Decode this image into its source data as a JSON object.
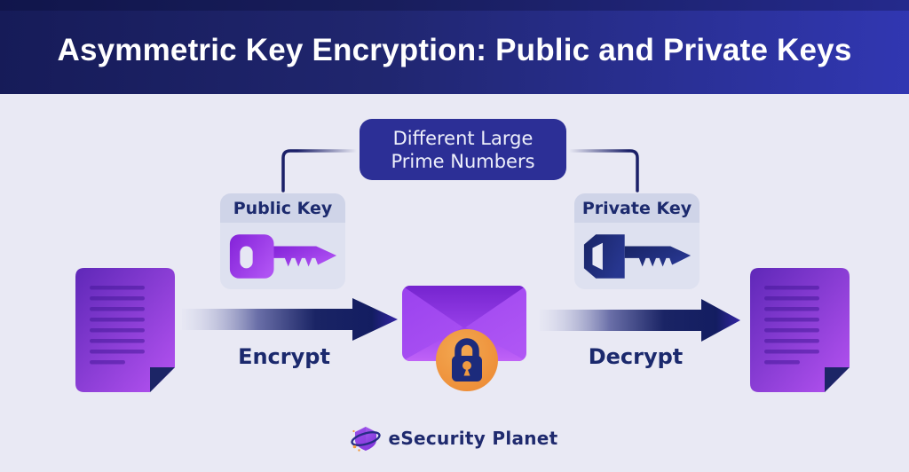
{
  "header": {
    "title": "Asymmetric Key Encryption: Public and Private Keys"
  },
  "diagram": {
    "prime_box": {
      "lines": [
        "Different Large",
        "Prime Numbers"
      ]
    },
    "public_key_card": {
      "label": "Public Key"
    },
    "private_key_card": {
      "label": "Private Key"
    },
    "flow": {
      "encrypt_label": "Encrypt",
      "decrypt_label": "Decrypt"
    },
    "icons": {
      "left_document": "document-icon",
      "right_document": "document-icon",
      "public_key": "key-icon",
      "private_key": "key-icon",
      "message": "envelope-icon",
      "lock": "padlock-icon",
      "brand_mark": "shield-orbit-icon"
    }
  },
  "footer": {
    "brand": "eSecurity Planet"
  },
  "colors": {
    "header_gradient_start": "#161b58",
    "header_gradient_end": "#3137b2",
    "background": "#e9e9f4",
    "navy": "#1c2a6e",
    "prime_box_bg": "#2c2f96",
    "card_bg": "#dee1f0",
    "card_header_bg": "#cfd4e8",
    "document_purple_dark": "#5f2ab8",
    "document_purple_bright": "#b050f0",
    "public_key_purple": "#9a3fe8",
    "private_key_navy": "#1d2b7a",
    "lock_orange": "#f09a40"
  }
}
